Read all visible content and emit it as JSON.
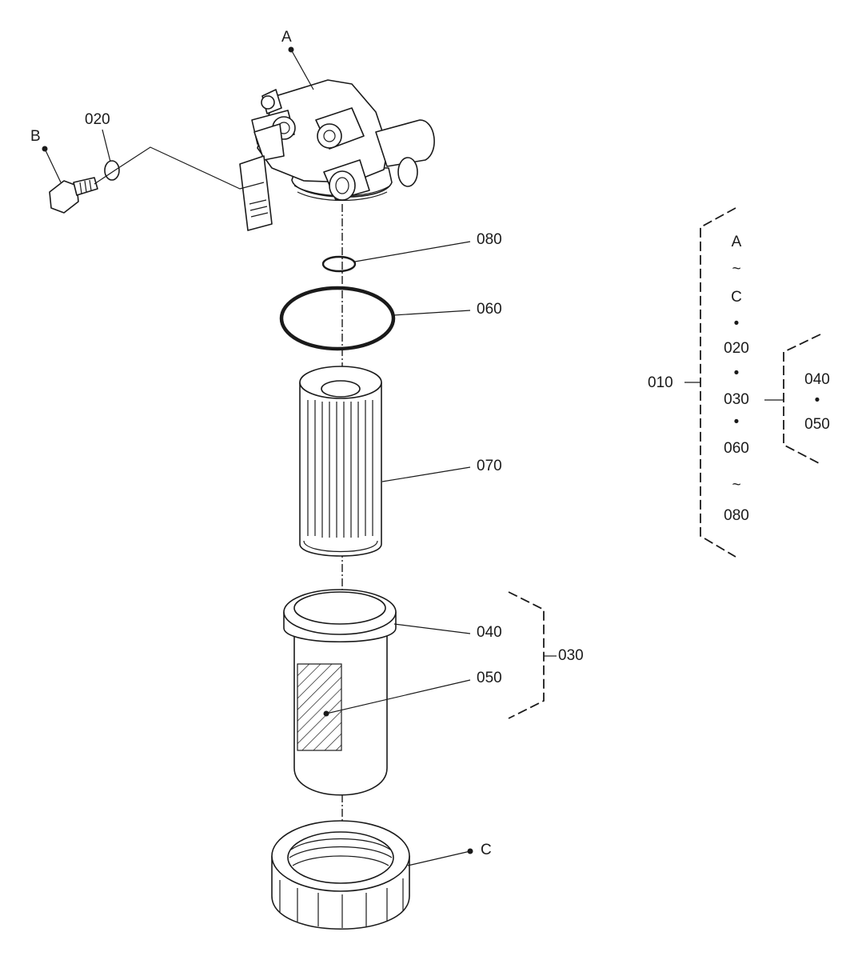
{
  "callouts": {
    "A": "A",
    "B": "B",
    "C": "C",
    "p020": "020",
    "p030": "030",
    "p040": "040",
    "p050": "050",
    "p060": "060",
    "p070": "070",
    "p080": "080"
  },
  "assembly_010": {
    "label": "010",
    "items": [
      "A",
      "~",
      "C",
      "•",
      "020",
      "•",
      "030",
      "•",
      "060",
      "~",
      "080"
    ]
  },
  "assembly_030": {
    "label": "030",
    "items": [
      "040",
      "•",
      "050"
    ]
  }
}
